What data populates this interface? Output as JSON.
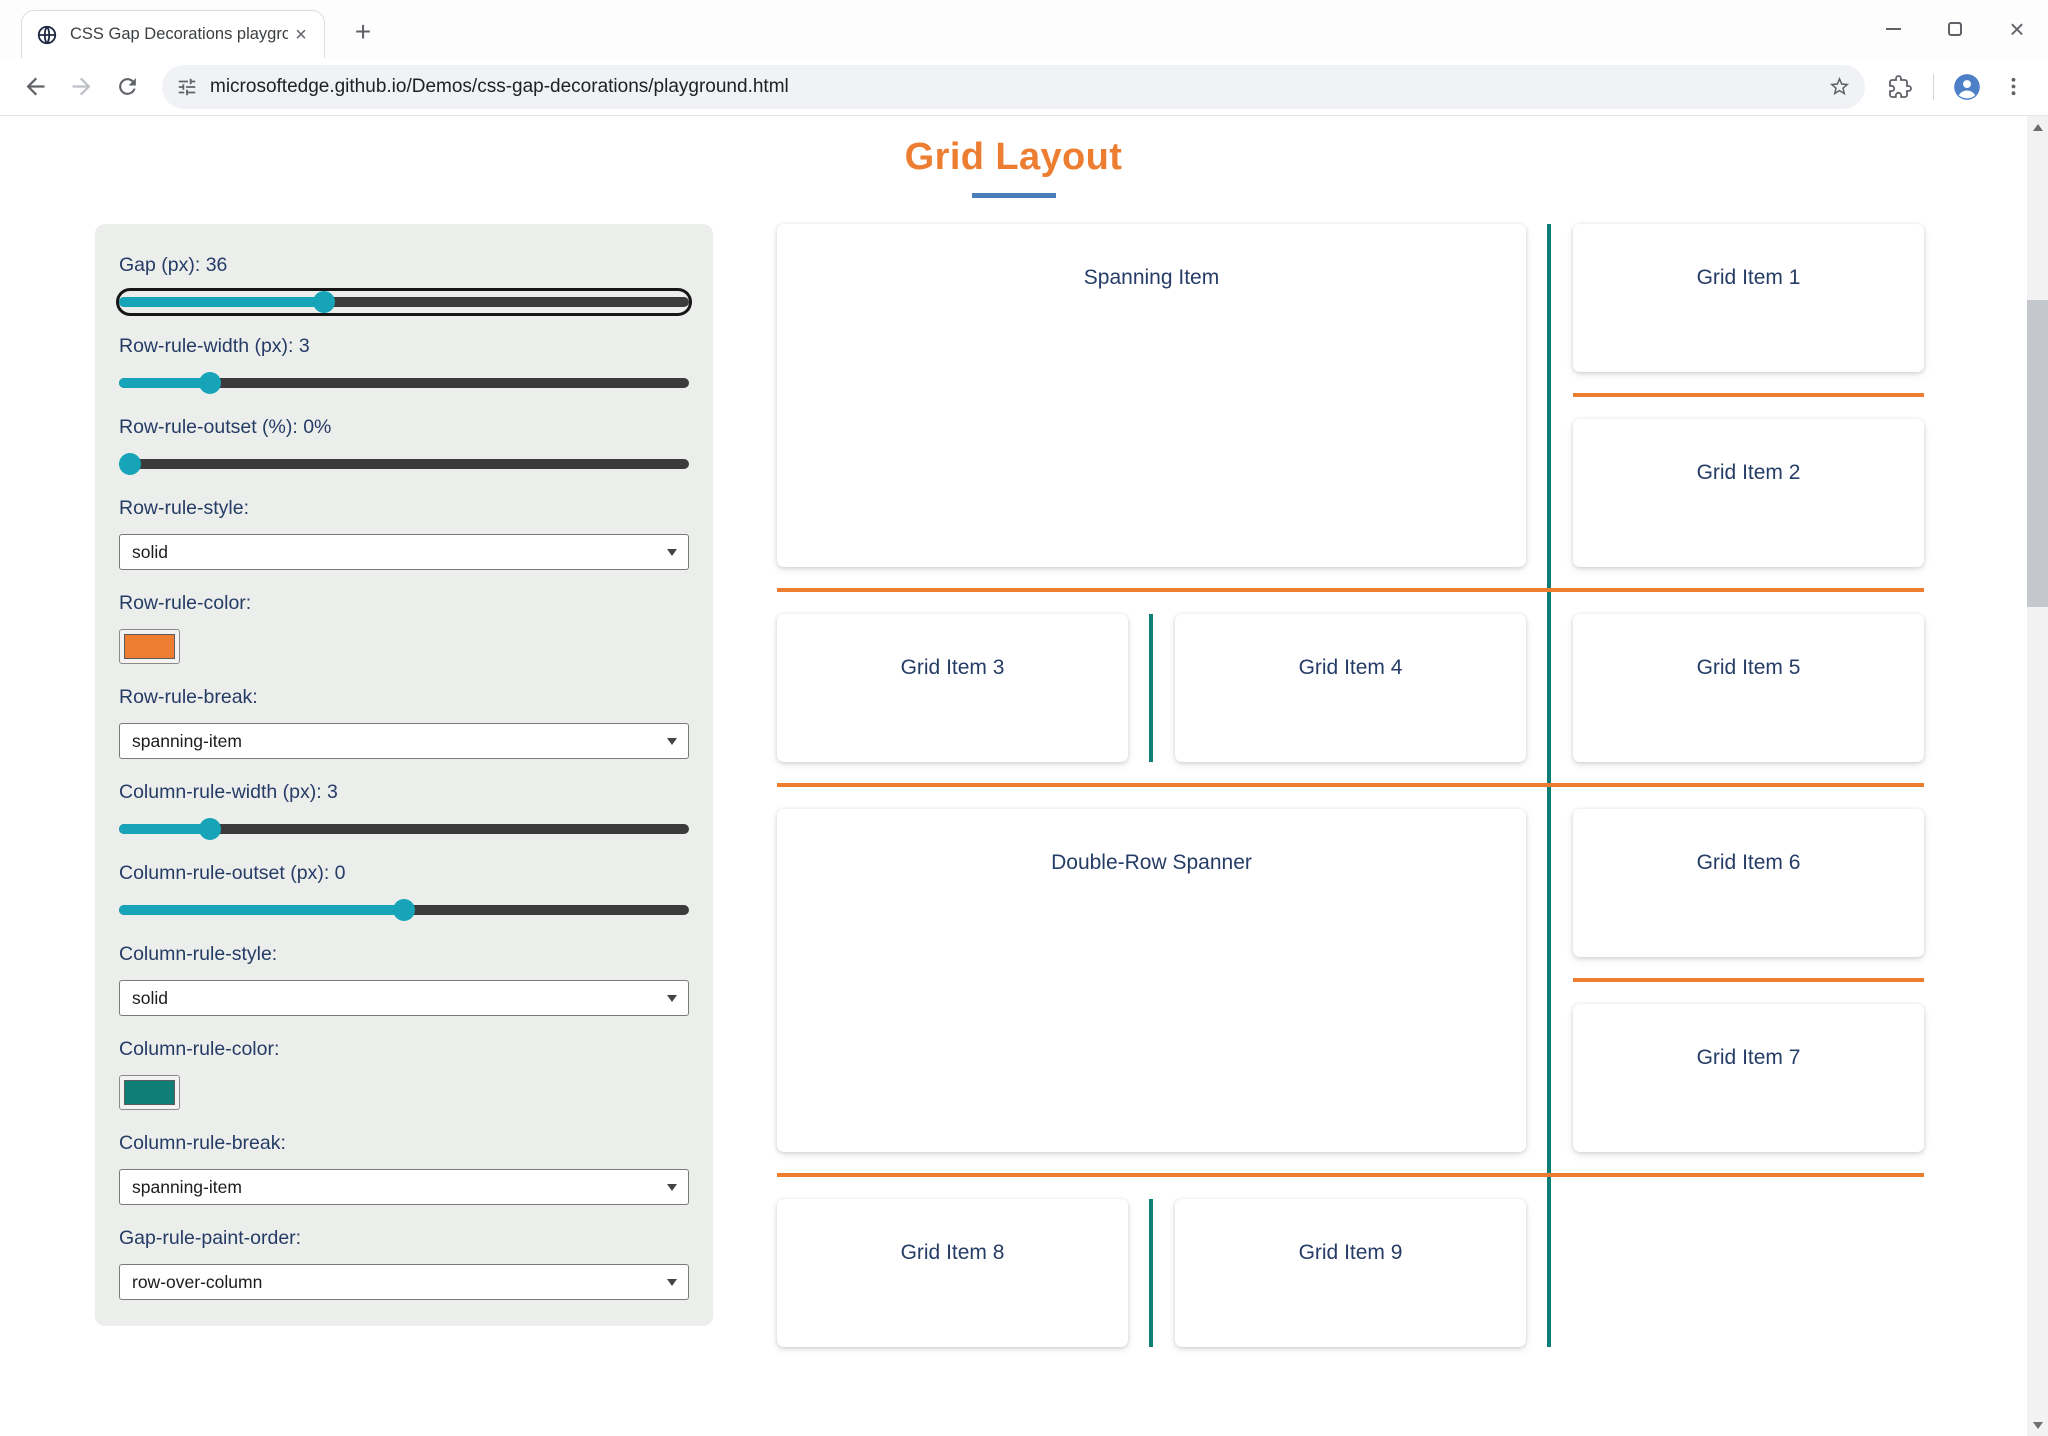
{
  "browser": {
    "tab_title": "CSS Gap Decorations playground",
    "url": "microsoftedge.github.io/Demos/css-gap-decorations/playground.html"
  },
  "page": {
    "title": "Grid Layout"
  },
  "controls": {
    "gap": {
      "label": "Gap (px): 36",
      "value": 36,
      "percent": 36
    },
    "row_rule_width": {
      "label": "Row-rule-width (px): 3",
      "value": 3,
      "percent": 16
    },
    "row_rule_outset": {
      "label": "Row-rule-outset (%): 0%",
      "value": 0,
      "percent": 2
    },
    "row_rule_style": {
      "label": "Row-rule-style:",
      "value": "solid"
    },
    "row_rule_color": {
      "label": "Row-rule-color:",
      "value": "#ED7D31"
    },
    "row_rule_break": {
      "label": "Row-rule-break:",
      "value": "spanning-item"
    },
    "column_rule_width": {
      "label": "Column-rule-width (px): 3",
      "value": 3,
      "percent": 16
    },
    "column_rule_outset": {
      "label": "Column-rule-outset (px): 0",
      "value": 0,
      "percent": 50
    },
    "column_rule_style": {
      "label": "Column-rule-style:",
      "value": "solid"
    },
    "column_rule_color": {
      "label": "Column-rule-color:",
      "value": "#0E7E76"
    },
    "column_rule_break": {
      "label": "Column-rule-break:",
      "value": "spanning-item"
    },
    "gap_rule_paint_order": {
      "label": "Gap-rule-paint-order:",
      "value": "row-over-column"
    }
  },
  "grid": {
    "items": [
      {
        "label": "Spanning Item"
      },
      {
        "label": "Grid Item 1"
      },
      {
        "label": "Grid Item 2"
      },
      {
        "label": "Grid Item 3"
      },
      {
        "label": "Grid Item 4"
      },
      {
        "label": "Grid Item 5"
      },
      {
        "label": "Double-Row Spanner"
      },
      {
        "label": "Grid Item 6"
      },
      {
        "label": "Grid Item 7"
      },
      {
        "label": "Grid Item 8"
      },
      {
        "label": "Grid Item 9"
      }
    ]
  },
  "colors": {
    "accent_orange": "#ED7D31",
    "accent_teal": "#0E7E76",
    "slider_accent": "#17A3B8",
    "title_color": "#ED7D31",
    "title_underline": "#4A7EBB",
    "text_navy": "#253C66"
  }
}
